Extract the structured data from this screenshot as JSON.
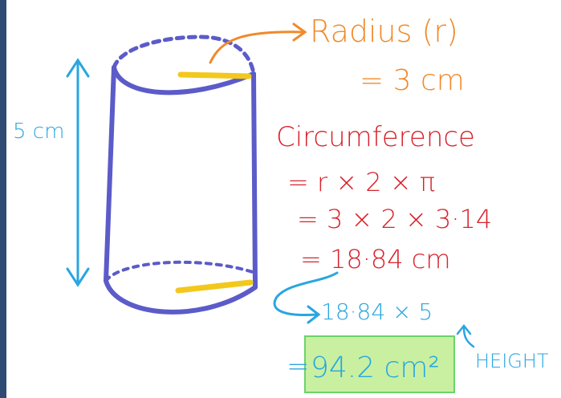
{
  "colors": {
    "cylinder": "#5b5bc9",
    "radius_line": "#f2c81c",
    "orange": "#f08a2a",
    "red": "#d7232c",
    "blue": "#2aa6e0",
    "result_bg": "#c8f0a0",
    "frame": "#2f4a73"
  },
  "height_label": "5 cm",
  "radius": {
    "label": "Radius (r)",
    "value": "= 3 cm"
  },
  "circumference": {
    "title": "Circumference",
    "line1": "= r × 2 × π",
    "line2": "= 3 × 2 × 3·14",
    "line3": "= 18·84 cm"
  },
  "product": {
    "value": "18·84 × 5"
  },
  "result": {
    "equals": "=",
    "value": "94.2 cm²"
  },
  "height_note": "HEIGHT"
}
